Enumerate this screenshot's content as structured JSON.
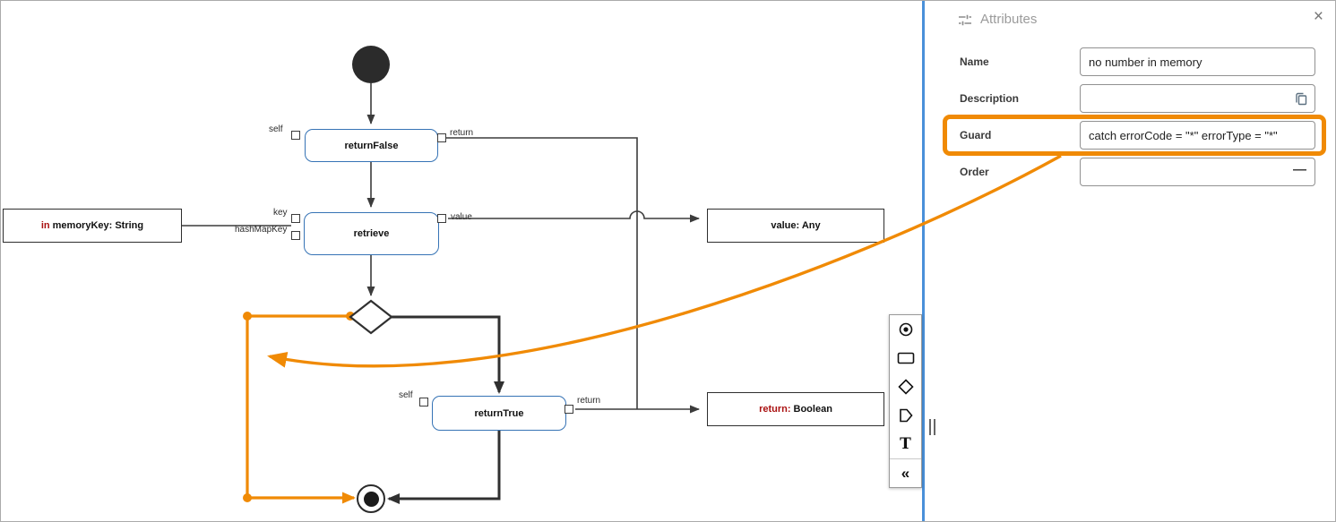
{
  "colors": {
    "accent_orange": "#F08A05",
    "node_border_blue": "#3673B5",
    "keyword_red": "#AA1111",
    "edge_dark": "#3C3C3C",
    "divider_blue": "#4A90D9"
  },
  "canvas": {
    "nodes": {
      "returnFalse": "returnFalse",
      "retrieve": "retrieve",
      "returnTrue": "returnTrue"
    },
    "data_boxes": {
      "memoryKey": {
        "keyword": "in",
        "text": "memoryKey: String"
      },
      "value": {
        "text": "value: Any"
      },
      "return": {
        "keyword": "return:",
        "text": "Boolean"
      }
    },
    "edge_labels": {
      "rf_self": "self",
      "rf_return": "return",
      "rt_key": "key",
      "rt_hashMapKey": "hashMapKey",
      "rt_value": "value",
      "tr_self": "self",
      "tr_return": "return"
    }
  },
  "toolbar": {
    "text_glyph": "T",
    "collapse_glyph": "«"
  },
  "panel": {
    "title": "Attributes",
    "close_glyph": "×",
    "fields": {
      "name": {
        "label": "Name",
        "value": "no number in memory"
      },
      "description": {
        "label": "Description",
        "value": ""
      },
      "guard": {
        "label": "Guard",
        "value": "catch errorCode = \"*\" errorType = \"*\""
      },
      "order": {
        "label": "Order",
        "value": "",
        "minus_glyph": "—"
      }
    }
  }
}
